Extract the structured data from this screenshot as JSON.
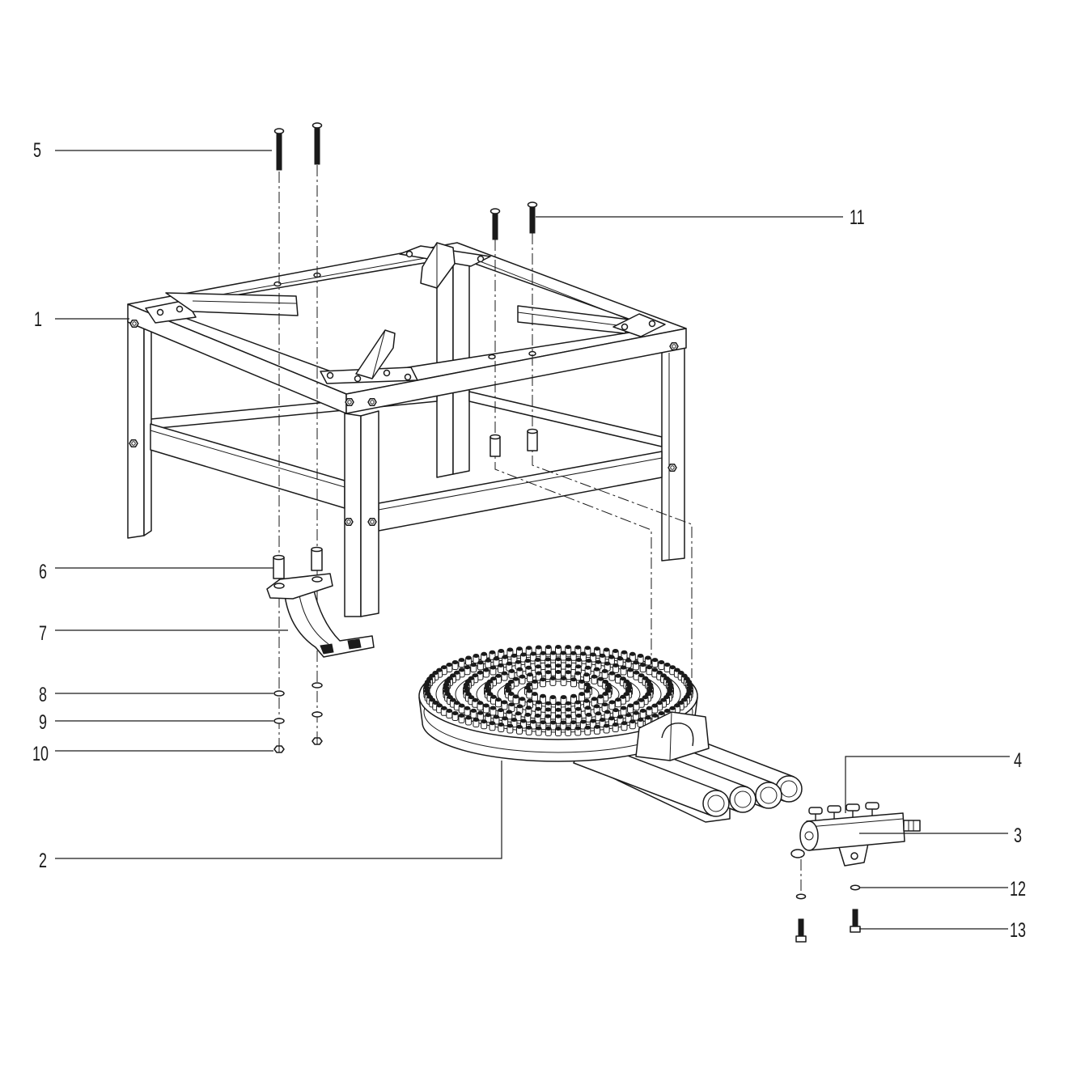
{
  "callouts": [
    "5",
    "11",
    "1",
    "6",
    "7",
    "8",
    "9",
    "10",
    "2",
    "4",
    "3",
    "12",
    "13"
  ],
  "colors": {
    "line": "#1a1a1a",
    "background": "#ffffff"
  }
}
